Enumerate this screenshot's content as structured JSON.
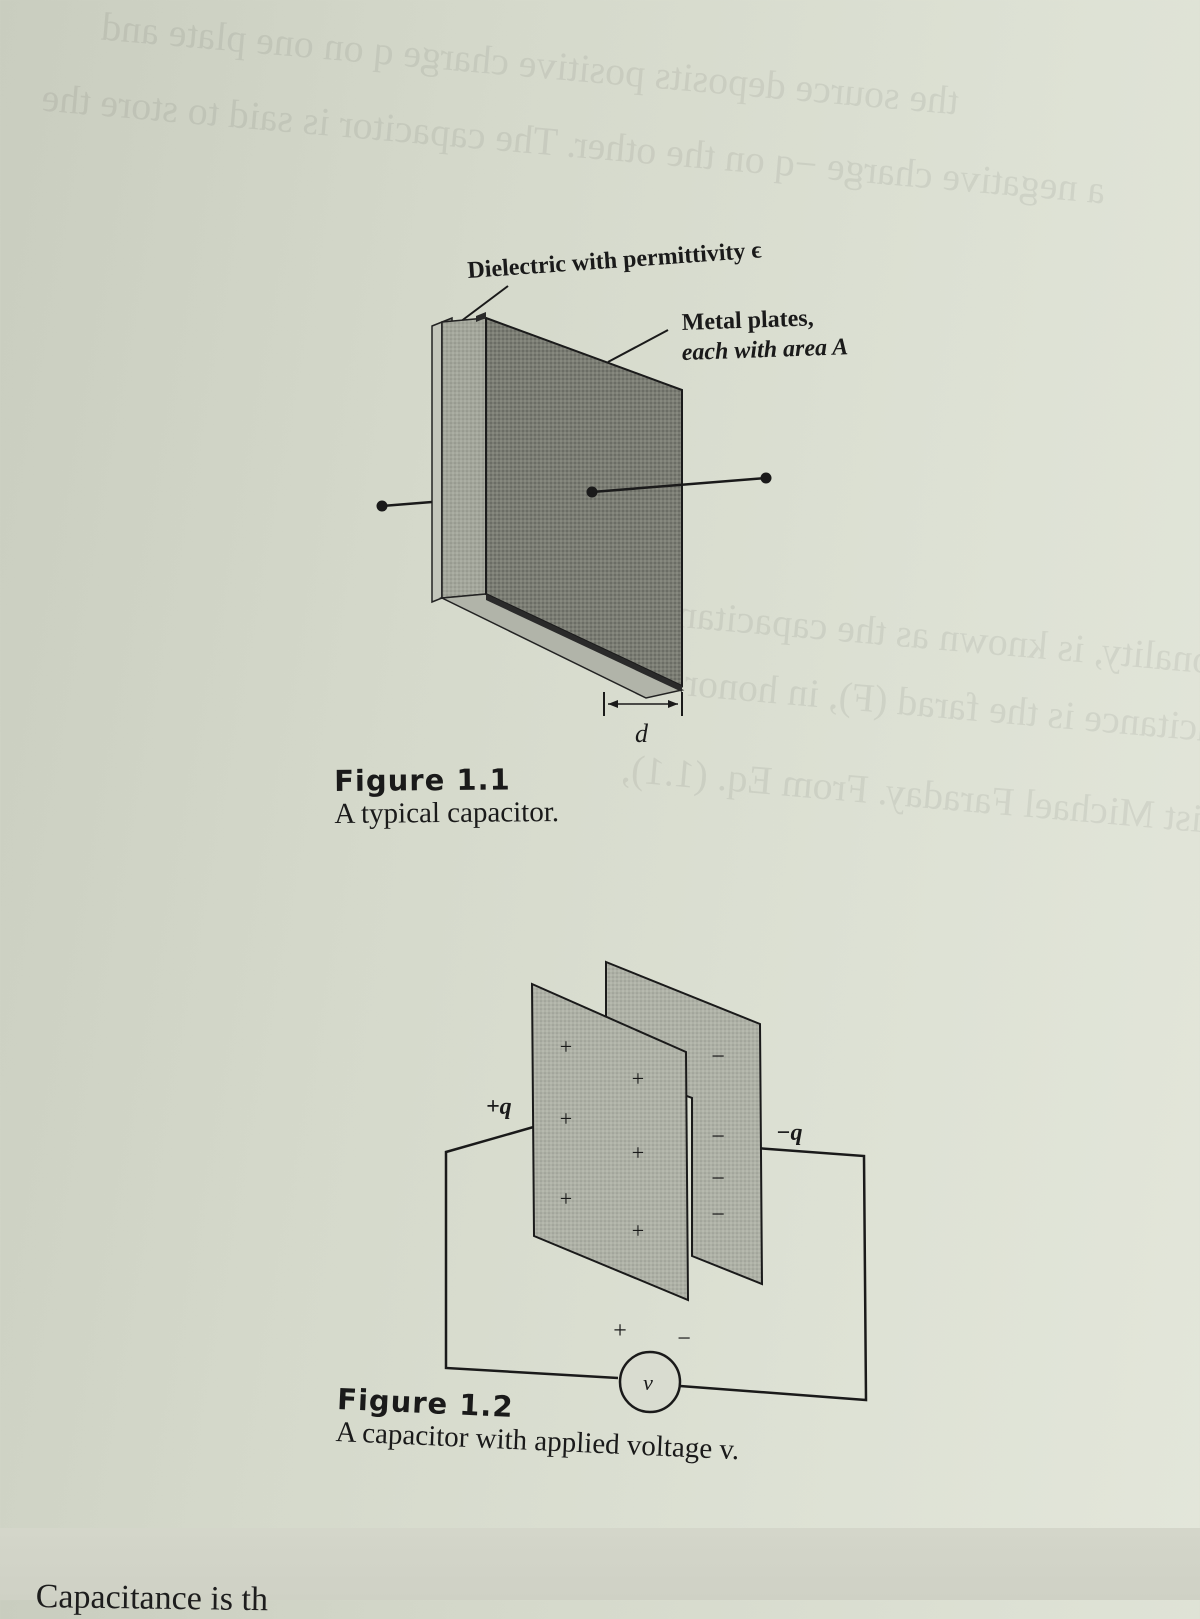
{
  "figure1": {
    "label_dielectric": "Dielectric with permittivity ϵ",
    "label_plates_line1": "Metal plates,",
    "label_plates_line2": "each with area A",
    "label_distance": "d",
    "number": "Figure 1.1",
    "caption": "A typical capacitor."
  },
  "figure2": {
    "label_plus_q": "+q",
    "label_minus_q": "−q",
    "plate_left_signs": [
      "+",
      "+",
      "+",
      "+",
      "+",
      "+"
    ],
    "plate_right_signs": [
      "−",
      "−",
      "−",
      "−"
    ],
    "source_plus": "+",
    "source_minus": "−",
    "source_label": "v",
    "number": "Figure 1.2",
    "caption": "A capacitor with applied voltage v."
  },
  "page_footer_text": "Capacitance is th"
}
